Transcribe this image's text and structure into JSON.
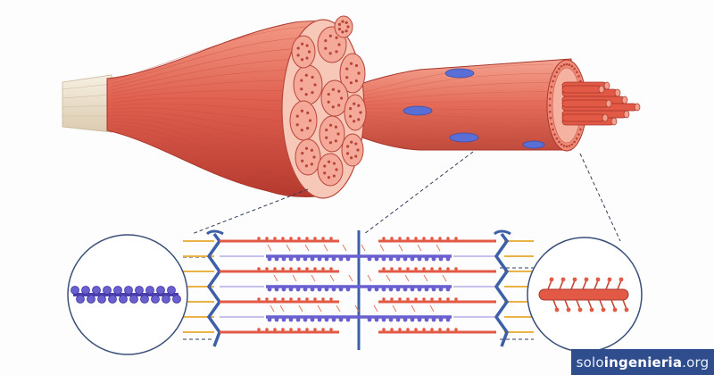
{
  "watermark": {
    "part1": "solo",
    "part2": "ingenieria",
    "part3": ".org"
  },
  "colors": {
    "muscle": "#e0604f",
    "muscle_dark": "#b93f33",
    "muscle_light": "#f08b78",
    "tendon": "#efe4cf",
    "actin": "#e25a45",
    "myosin": "#6a5fd0",
    "z_disc": "#3c5fa8",
    "titin": "#e9b347",
    "nucleus": "#5a6fd6",
    "outline": "#2f4870",
    "brand": "#2f4d8c"
  },
  "parts": [
    {
      "name": "tendon",
      "icon": "tendon-shape"
    },
    {
      "name": "muscle-belly",
      "icon": "muscle-shape"
    },
    {
      "name": "fascicle-cross-section",
      "icon": "fascicle-shape"
    },
    {
      "name": "muscle-fiber",
      "icon": "fiber-shape"
    },
    {
      "name": "myofibril-bundle",
      "icon": "myofibril-shape"
    },
    {
      "name": "sarcomere",
      "icon": "sarcomere-shape"
    },
    {
      "name": "myosin-filament-magnified",
      "icon": "myosin-shape"
    },
    {
      "name": "actin-filament-magnified",
      "icon": "actin-shape"
    }
  ]
}
